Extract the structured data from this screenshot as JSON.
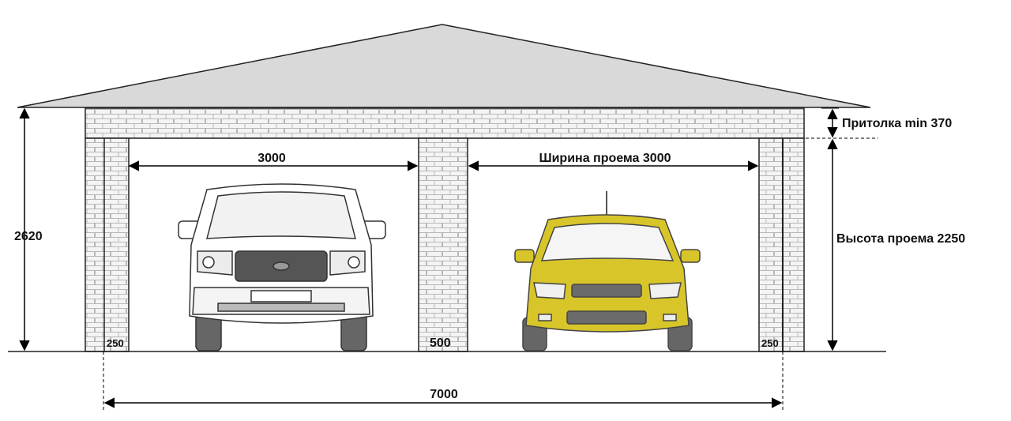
{
  "labels": {
    "left_gate_width": "3000",
    "right_gate_width": "Ширина проема 3000",
    "lintel": "Притолка min 370",
    "total_height": "2620",
    "opening_height": "Высота проема 2250",
    "left_pillar": "250",
    "center_pillar": "500",
    "right_pillar": "250",
    "total_width": "7000"
  },
  "colors": {
    "roof": "#d9d9d9",
    "brick": "#f4f4f4",
    "mortar": "#b8b8b8",
    "car_right": "#d8c52a",
    "car_left": "#ffffff"
  },
  "icons": [
    "suv-front-icon",
    "sedan-front-icon"
  ]
}
